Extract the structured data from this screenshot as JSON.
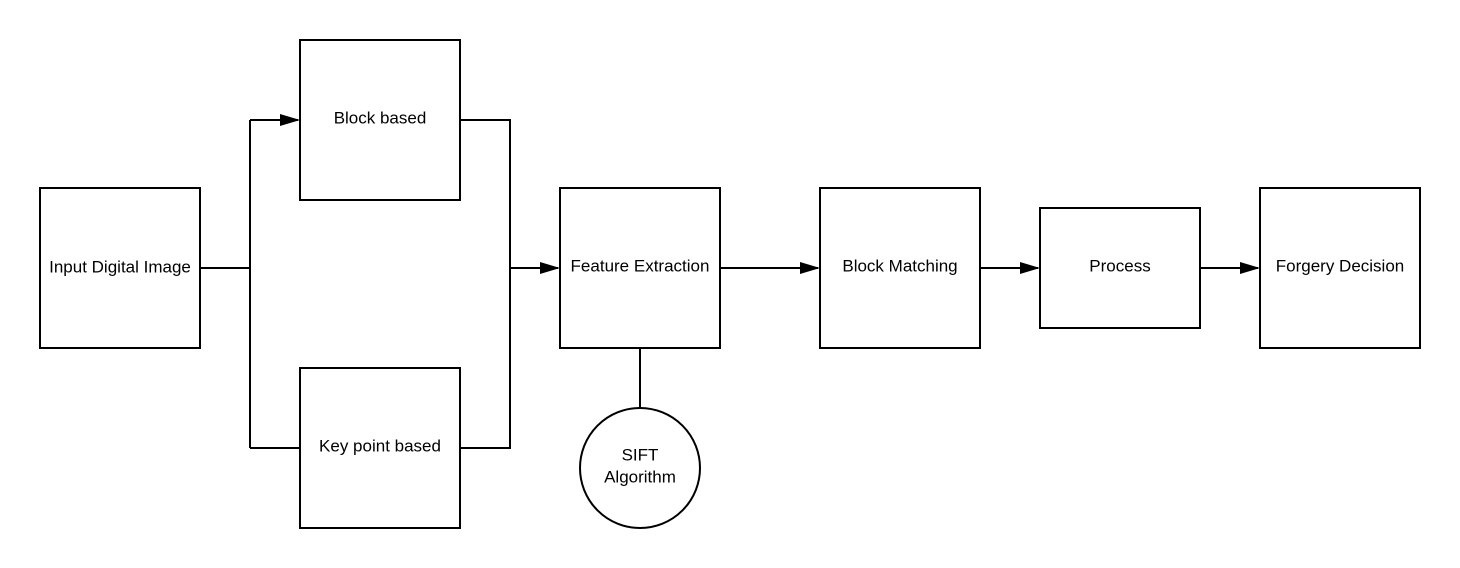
{
  "nodes": {
    "input_image": "Input Digital Image",
    "block_based": "Block based",
    "key_point_based": "Key point based",
    "feature_extraction": "Feature Extraction",
    "sift_line1": "SIFT",
    "sift_line2": "Algorithm",
    "block_matching": "Block Matching",
    "process": "Process",
    "forgery_decision": "Forgery Decision"
  },
  "colors": {
    "stroke": "#000000",
    "background": "#ffffff"
  }
}
